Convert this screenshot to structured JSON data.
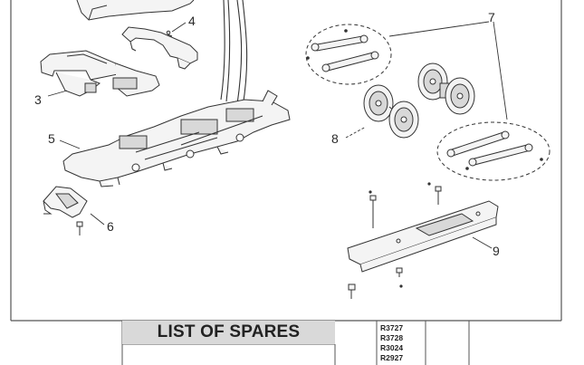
{
  "callouts": {
    "n3": "3",
    "n4": "4",
    "n5": "5",
    "n6": "6",
    "n7": "7",
    "n8": "8",
    "n9": "9"
  },
  "spares_table": {
    "title": "LIST OF SPARES",
    "codes": [
      "R3727",
      "R3728",
      "R3024",
      "R2927"
    ]
  },
  "colors": {
    "line": "#333333",
    "part_fill": "#f4f4f4",
    "part_shade": "#d8d8d8",
    "table_header": "#d9d9d9"
  }
}
